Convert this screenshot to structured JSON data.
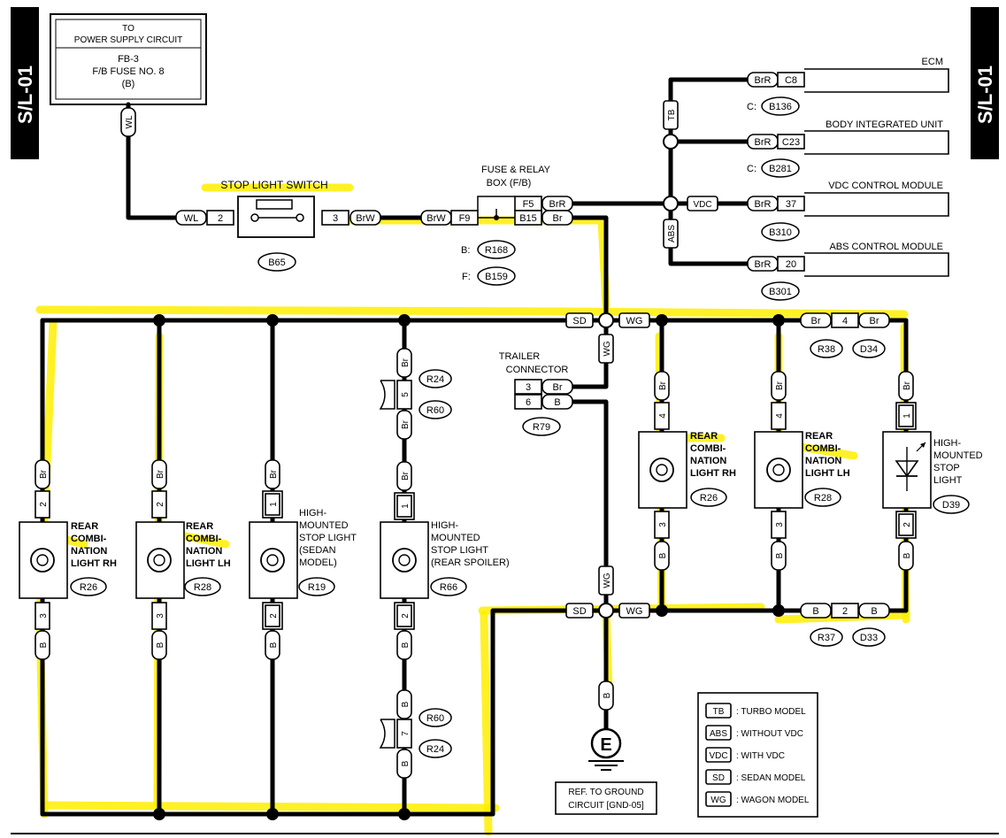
{
  "section_tag": "S/L-01",
  "power": {
    "line1": "TO",
    "line2": "POWER SUPPLY CIRCUIT",
    "line3": "FB-3",
    "line4": "F/B FUSE NO. 8",
    "line5": "(B)"
  },
  "stop_switch": {
    "title": "STOP LIGHT SWITCH",
    "conn": "B65",
    "pin_in": "2",
    "pin_out": "3",
    "wire_in": "WL",
    "wire_out": "BrW",
    "wire_top": "WL"
  },
  "fuse_box": {
    "title1": "FUSE & RELAY",
    "title2": "BOX (F/B)",
    "wire_in": "BrW",
    "pin_in": "F9",
    "pin_f5": "F5",
    "pin_b15": "B15",
    "wire_f5": "BrR",
    "wire_b15": "Br",
    "ref_b_prefix": "B:",
    "ref_b": "R168",
    "ref_f_prefix": "F:",
    "ref_f": "B159"
  },
  "modules": [
    {
      "name": "ECM",
      "wire": "BrR",
      "pin": "C8",
      "ref_prefix": "C:",
      "ref": "B136"
    },
    {
      "name": "BODY INTEGRATED UNIT",
      "wire": "BrR",
      "pin": "C23",
      "ref_prefix": "C:",
      "ref": "B281"
    },
    {
      "name": "VDC CONTROL MODULE",
      "wire": "BrR",
      "pin": "37",
      "ref_prefix": "",
      "ref": "B310"
    },
    {
      "name": "ABS CONTROL MODULE",
      "wire": "BrR",
      "pin": "20",
      "ref_prefix": "",
      "ref": "B301"
    }
  ],
  "module_tags": {
    "tb": "TB",
    "vdc": "VDC",
    "abs": "ABS"
  },
  "bus": {
    "sd": "SD",
    "wg": "WG",
    "wire_br": "Br",
    "pin_d": "4",
    "conn_a": "R38",
    "conn_b": "D34",
    "ground_pin": "2",
    "wire_b": "B",
    "gconn_a": "R37",
    "gconn_b": "D33"
  },
  "trailer": {
    "title1": "TRAILER",
    "title2": "CONNECTOR",
    "pin1": "3",
    "wire1": "Br",
    "pin2": "6",
    "wire2": "B",
    "ref": "R79"
  },
  "lamps_left": [
    {
      "l1": "REAR",
      "l2": "COMBI-",
      "l3": "NATION",
      "l4": "LIGHT RH",
      "ref": "R26",
      "top_wire": "Br",
      "top_pin": "2",
      "bot_pin": "3",
      "bot_wire": "B"
    },
    {
      "l1": "REAR",
      "l2": "COMBI-",
      "l3": "NATION",
      "l4": "LIGHT LH",
      "ref": "R28",
      "top_wire": "Br",
      "top_pin": "2",
      "bot_pin": "3",
      "bot_wire": "B"
    },
    {
      "l1": "HIGH-",
      "l2": "MOUNTED",
      "l3": "STOP LIGHT",
      "l4": "(SEDAN",
      "l5": "MODEL)",
      "ref": "R19",
      "top_wire": "Br",
      "top_pin": "1",
      "bot_pin": "2",
      "bot_wire": "B"
    },
    {
      "l1": "HIGH-",
      "l2": "MOUNTED",
      "l3": "STOP LIGHT",
      "l4": "(REAR SPOILER)",
      "ref": "R66",
      "top_wire": "Br",
      "top_pin": "1",
      "bot_pin": "2",
      "bot_wire": "B"
    }
  ],
  "spoiler_conn": {
    "top_wire": "Br",
    "top_pin": "5",
    "top_wire2": "Br",
    "top_ref1": "R24",
    "top_ref2": "R60",
    "bot_wire": "B",
    "bot_pin": "7",
    "bot_wire2": "B",
    "bot_ref1": "R60",
    "bot_ref2": "R24"
  },
  "lamps_right": [
    {
      "l1": "REAR",
      "l2": "COMBI-",
      "l3": "NATION",
      "l4": "LIGHT RH",
      "ref": "R26",
      "top_wire": "Br",
      "top_pin": "4",
      "bot_pin": "3",
      "bot_wire": "B"
    },
    {
      "l1": "REAR",
      "l2": "COMBI-",
      "l3": "NATION",
      "l4": "LIGHT LH",
      "ref": "R28",
      "top_wire": "Br",
      "top_pin": "4",
      "bot_pin": "3",
      "bot_wire": "B"
    },
    {
      "l1": "HIGH-",
      "l2": "MOUNTED",
      "l3": "STOP",
      "l4": "LIGHT",
      "ref": "D39",
      "top_wire": "Br",
      "top_pin": "1",
      "bot_pin": "2",
      "bot_wire": "B"
    }
  ],
  "ground": {
    "wire": "B",
    "symbol": "E",
    "ref1": "REF. TO GROUND",
    "ref2": "CIRCUIT [GND-05]"
  },
  "legend": [
    {
      "key": "TB",
      "text": ": TURBO MODEL"
    },
    {
      "key": "ABS",
      "text": ": WITHOUT VDC"
    },
    {
      "key": "VDC",
      "text": ": WITH VDC"
    },
    {
      "key": "SD",
      "text": ": SEDAN MODEL"
    },
    {
      "key": "WG",
      "text": ": WAGON MODEL"
    }
  ],
  "colors": {
    "wire": "#000000",
    "highlight": "#ffee00",
    "tag_bg": "#000000"
  }
}
